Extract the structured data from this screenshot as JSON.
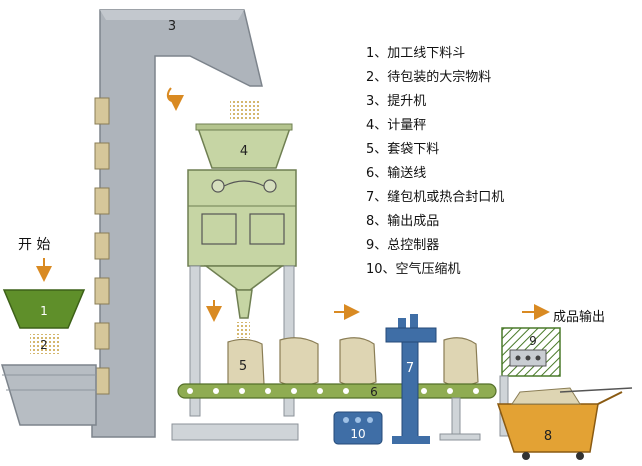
{
  "legend": {
    "items": [
      "1、加工线下料斗",
      "2、待包装的大宗物料",
      "3、提升机",
      "4、计量秤",
      "5、套袋下料",
      "6、输送线",
      "7、缝包机或热合封口机",
      "8、输出成品",
      "9、总控制器",
      "10、空气压缩机"
    ]
  },
  "labels": {
    "start": "开 始",
    "output": "成品输出"
  },
  "markers": {
    "m1": "1",
    "m2": "2",
    "m3": "3",
    "m4": "4",
    "m5": "5",
    "m6": "6",
    "m7": "7",
    "m8": "8",
    "m9": "9",
    "m10": "10"
  },
  "colors": {
    "machine_green": "#c6d5a4",
    "belt_green": "#8fac52",
    "hopper_green": "#5f8f2a",
    "elevator_gray": "#aeb4bb",
    "bag_beige": "#ded5b3",
    "sealer_blue": "#3f6ea6",
    "cart_orange": "#e3a234",
    "arrow_orange": "#d98a22"
  }
}
